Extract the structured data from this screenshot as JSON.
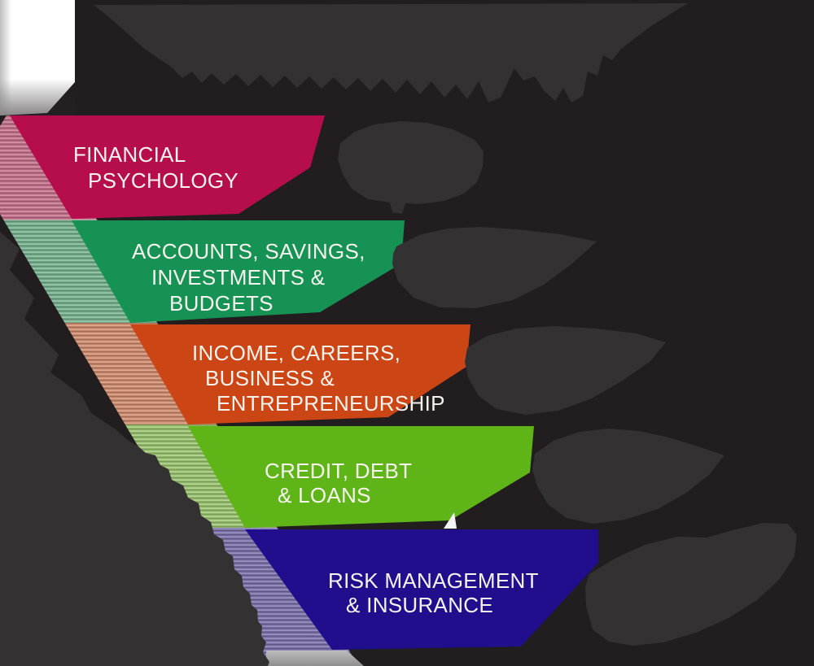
{
  "figure": {
    "type": "layered-ribbon-infographic",
    "background_color": "#ffffff",
    "backdrop_color": "#221e1f",
    "scribble_color": "#343132",
    "text_color": "#f7f3ee",
    "stripe_base_color": "#b3b1a6",
    "bottom_strip_color": "#a8a8a8"
  },
  "banners": [
    {
      "id": "financial-psychology",
      "color": "#b60d4d",
      "lines": [
        "FINANCIAL",
        "PSYCHOLOGY"
      ]
    },
    {
      "id": "accounts-savings",
      "color": "#169254",
      "lines": [
        "ACCOUNTS, SAVINGS,",
        "INVESTMENTS &",
        "BUDGETS"
      ]
    },
    {
      "id": "income-careers",
      "color": "#cc4514",
      "lines": [
        "INCOME, CAREERS,",
        "BUSINESS &",
        "ENTREPRENEURSHIP"
      ]
    },
    {
      "id": "credit-debt-loans",
      "color": "#5fb517",
      "lines": [
        "CREDIT, DEBT",
        "& LOANS"
      ]
    },
    {
      "id": "risk-management-insurance",
      "color": "#200e8c",
      "lines": [
        "RISK MANAGEMENT",
        "& INSURANCE"
      ]
    }
  ]
}
